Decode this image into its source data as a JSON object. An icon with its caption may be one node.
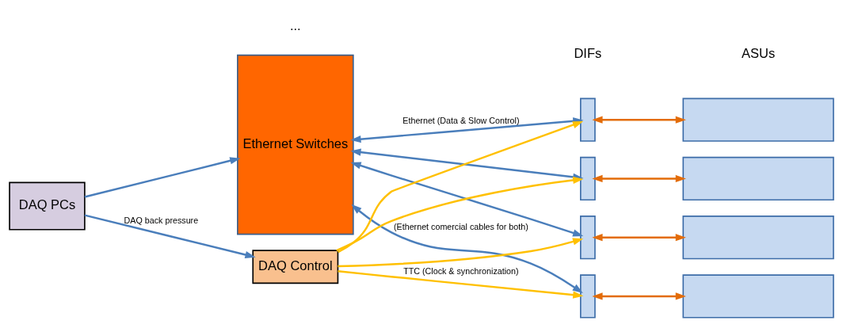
{
  "diagram": {
    "nodes": [
      {
        "text": [
          "DAQ PCs"
        ]
      },
      {
        "text": [
          "Ethernet Switches"
        ]
      },
      {
        "text": [
          "DAQ Control"
        ]
      },
      {
        "text": [],
        "shape": "box"
      },
      {
        "text": [],
        "shape": "box"
      },
      {
        "text": [],
        "shape": "box"
      },
      {
        "text": [],
        "shape": "box"
      },
      {
        "text": [],
        "shape": "box"
      },
      {
        "text": [],
        "shape": "box"
      },
      {
        "text": [],
        "shape": "box"
      },
      {
        "text": [],
        "shape": "box"
      }
    ],
    "edges": [
      {
        "from": 0,
        "to": 1,
        "arrow": "to"
      },
      {
        "from": 0,
        "to": 2,
        "arrow": "to",
        "label": "DAQ back pressure"
      },
      {
        "from": 1,
        "to": 3,
        "arrow": "both",
        "label": "Ethernet (Data & Slow Control)"
      },
      {
        "from": 1,
        "to": 4,
        "arrow": "both"
      },
      {
        "from": 1,
        "to": 5,
        "arrow": "both"
      },
      {
        "from": 1,
        "to": 6,
        "arrow": "both",
        "label": "(Ethernet comercial cables for both)"
      },
      {
        "from": 2,
        "to": 3,
        "arrow": "to",
        "color": "#ffc000"
      },
      {
        "from": 2,
        "to": 4,
        "arrow": "to",
        "color": "#ffc000"
      },
      {
        "from": 2,
        "to": 5,
        "arrow": "to",
        "color": "#ffc000"
      },
      {
        "from": 2,
        "to": 6,
        "arrow": "to",
        "color": "#ffc000",
        "label": "TTC (Clock & synchronization)"
      },
      {
        "from": 3,
        "to": 7,
        "arrow": "both",
        "color": "#e36c09"
      },
      {
        "from": 4,
        "to": 8,
        "arrow": "both",
        "color": "#e36c09"
      },
      {
        "from": 5,
        "to": 9,
        "arrow": "both",
        "color": "#e36c09"
      },
      {
        "from": 6,
        "to": 10,
        "arrow": "both",
        "color": "#e36c09"
      }
    ],
    "labels": [
      "DIFs",
      "ASUs",
      "..."
    ]
  }
}
